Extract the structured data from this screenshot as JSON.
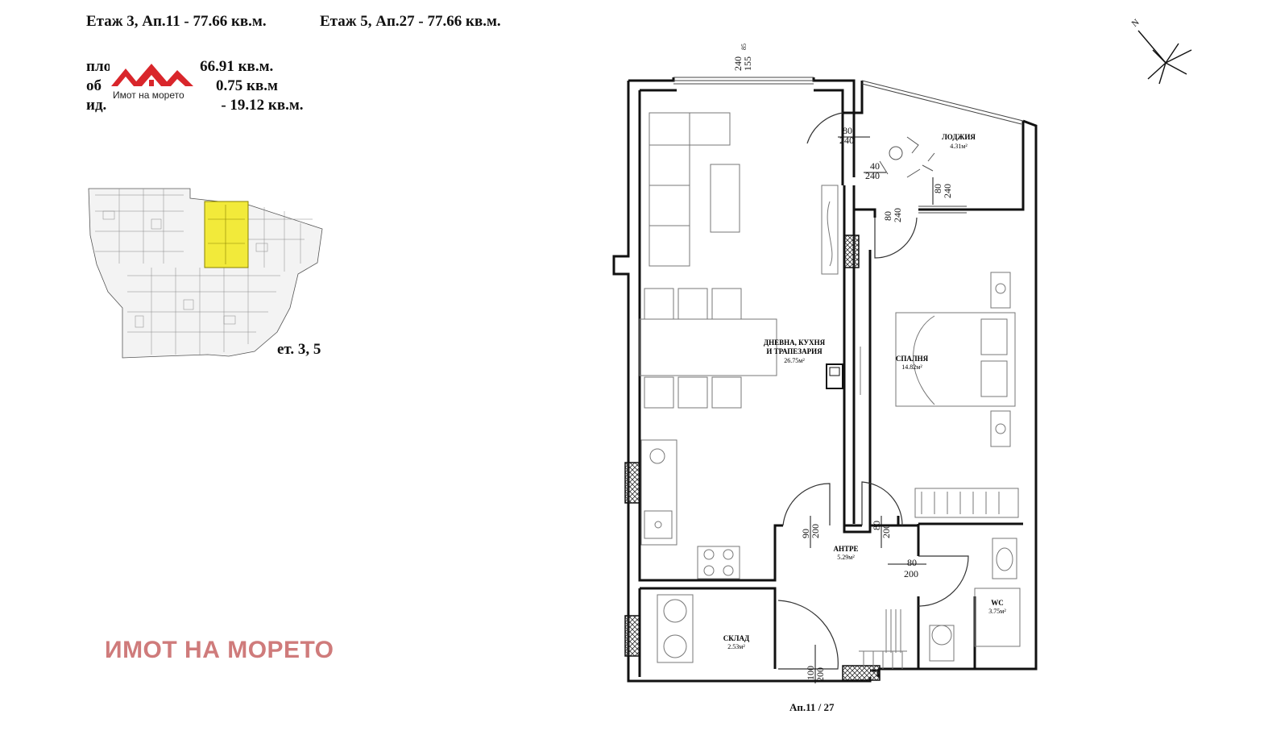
{
  "header": {
    "floor3": "Етаж 3, Ап.11 - 77.66 кв.м.",
    "floor5": "Етаж 5, Ап.27 - 77.66 кв.м."
  },
  "areas": {
    "line1": "66.91 кв.м.",
    "line2": "0.75 кв.м",
    "line3": "- 19.12 кв.м."
  },
  "logo": {
    "text": "Имот на морето",
    "roof_color": "#d9262b"
  },
  "key_plan": {
    "floor_label": "ет. 3, 5",
    "highlight_color": "#f2ea3a"
  },
  "watermark": "ИМОТ НА МОРЕТО",
  "compass": {
    "north_label": "N"
  },
  "rooms": {
    "living": {
      "name1": "ДНЕВНА, КУХНЯ",
      "name2": "И ТРАПЕЗАРИЯ",
      "area": "26.75м²"
    },
    "bedroom": {
      "name": "СПАЛНЯ",
      "area": "14.82м²"
    },
    "loggia": {
      "name": "ЛОДЖИЯ",
      "area": "4.31м²"
    },
    "hall": {
      "name": "АНТРЕ",
      "area": "5.29м²"
    },
    "storage": {
      "name": "СКЛАД",
      "area": "2.53м²"
    },
    "wc": {
      "name": "WC",
      "area": "3.75м²"
    }
  },
  "dimensions": {
    "top_window_w": "240",
    "top_window_h": "155",
    "top_window_sill": "85",
    "loggia_door_w": "80",
    "loggia_door_h": "240",
    "loggia_small_w": "40",
    "loggia_small_h": "240",
    "bed_win_w": "80",
    "bed_win_h": "240",
    "bed_door_w": "80",
    "bed_door_h": "240",
    "living_door_w": "90",
    "living_door_h": "200",
    "bedroom_door_w": "80",
    "bedroom_door_h": "200",
    "wc_door_w": "80",
    "wc_door_h": "200",
    "entry_door_w": "100",
    "entry_door_h": "200"
  },
  "apartment_caption": "Ап.11 / 27"
}
